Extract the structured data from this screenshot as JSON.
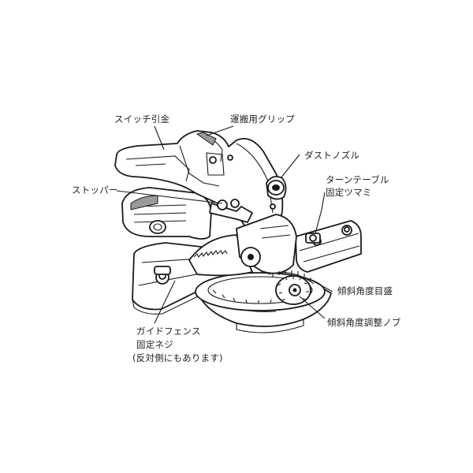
{
  "labels": {
    "switch_trigger": "スイッチ引金",
    "carrying_grip": "運搬用グリップ",
    "dust_nozzle": "ダストノズル",
    "turntable_knob_line1": "ターンテーブル",
    "turntable_knob_line2": "固定ツマミ",
    "stopper": "ストッパー",
    "tilt_angle_scale": "傾斜角度目盛",
    "tilt_angle_adjust_knob": "傾斜角度調整ノブ",
    "guide_fence_line1": "ガイドフェンス",
    "guide_fence_line2": "固定ネジ",
    "guide_fence_line3": "(反対側にもあります)"
  }
}
